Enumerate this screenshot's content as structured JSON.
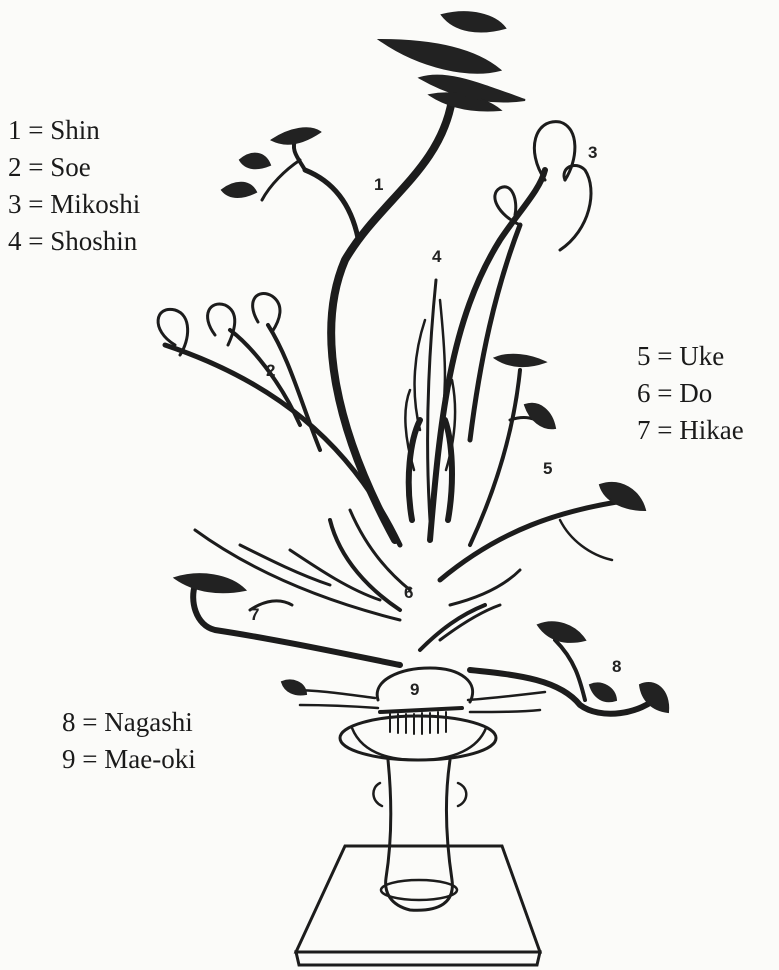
{
  "legend": {
    "left_top": [
      "1 = Shin",
      "2 = Soe",
      "3 = Mikoshi",
      "4 = Shoshin"
    ],
    "right": [
      "5 = Uke",
      "6 = Do",
      "7 = Hikae"
    ],
    "left_bottom": [
      "8 = Nagashi",
      "9 = Mae-oki"
    ]
  },
  "markers": [
    "1",
    "2",
    "3",
    "4",
    "5",
    "6",
    "7",
    "8",
    "9"
  ]
}
